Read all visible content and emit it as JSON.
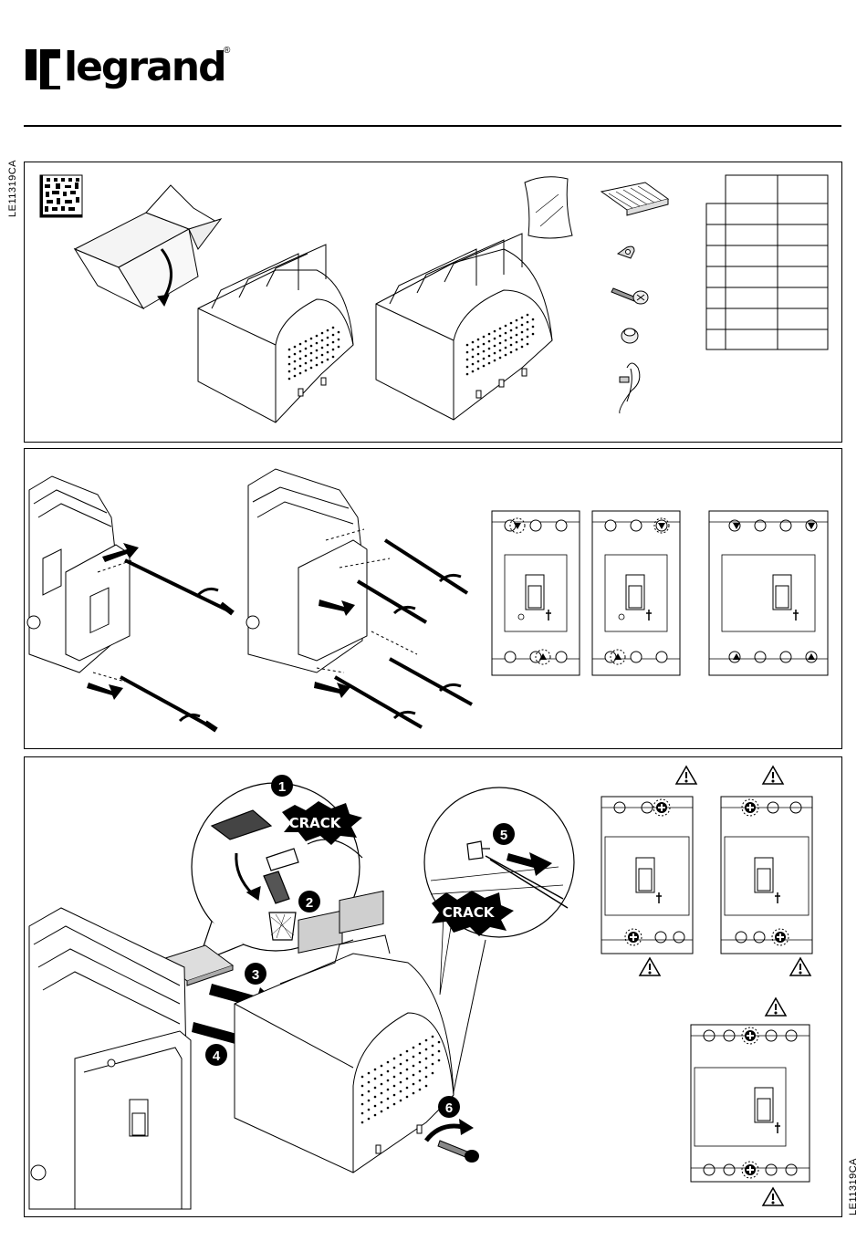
{
  "brand": {
    "name": "legrand",
    "registered": "®"
  },
  "document_code": "LE11319CA",
  "section3": {
    "steps": [
      "1",
      "2",
      "3",
      "4",
      "5",
      "6"
    ],
    "crack_label": "CRACK"
  },
  "icons": [
    "box-open-icon",
    "data-matrix-code-icon",
    "bag-icon",
    "strip-icon",
    "ring-terminal-icon",
    "screw-icon",
    "cap-icon",
    "seal-wire-icon",
    "warning-triangle-icon",
    "arrow-icon",
    "trash-bin-icon"
  ],
  "colors": {
    "ink": "#000000",
    "shade": "#cfcfcf",
    "paper": "#ffffff"
  }
}
